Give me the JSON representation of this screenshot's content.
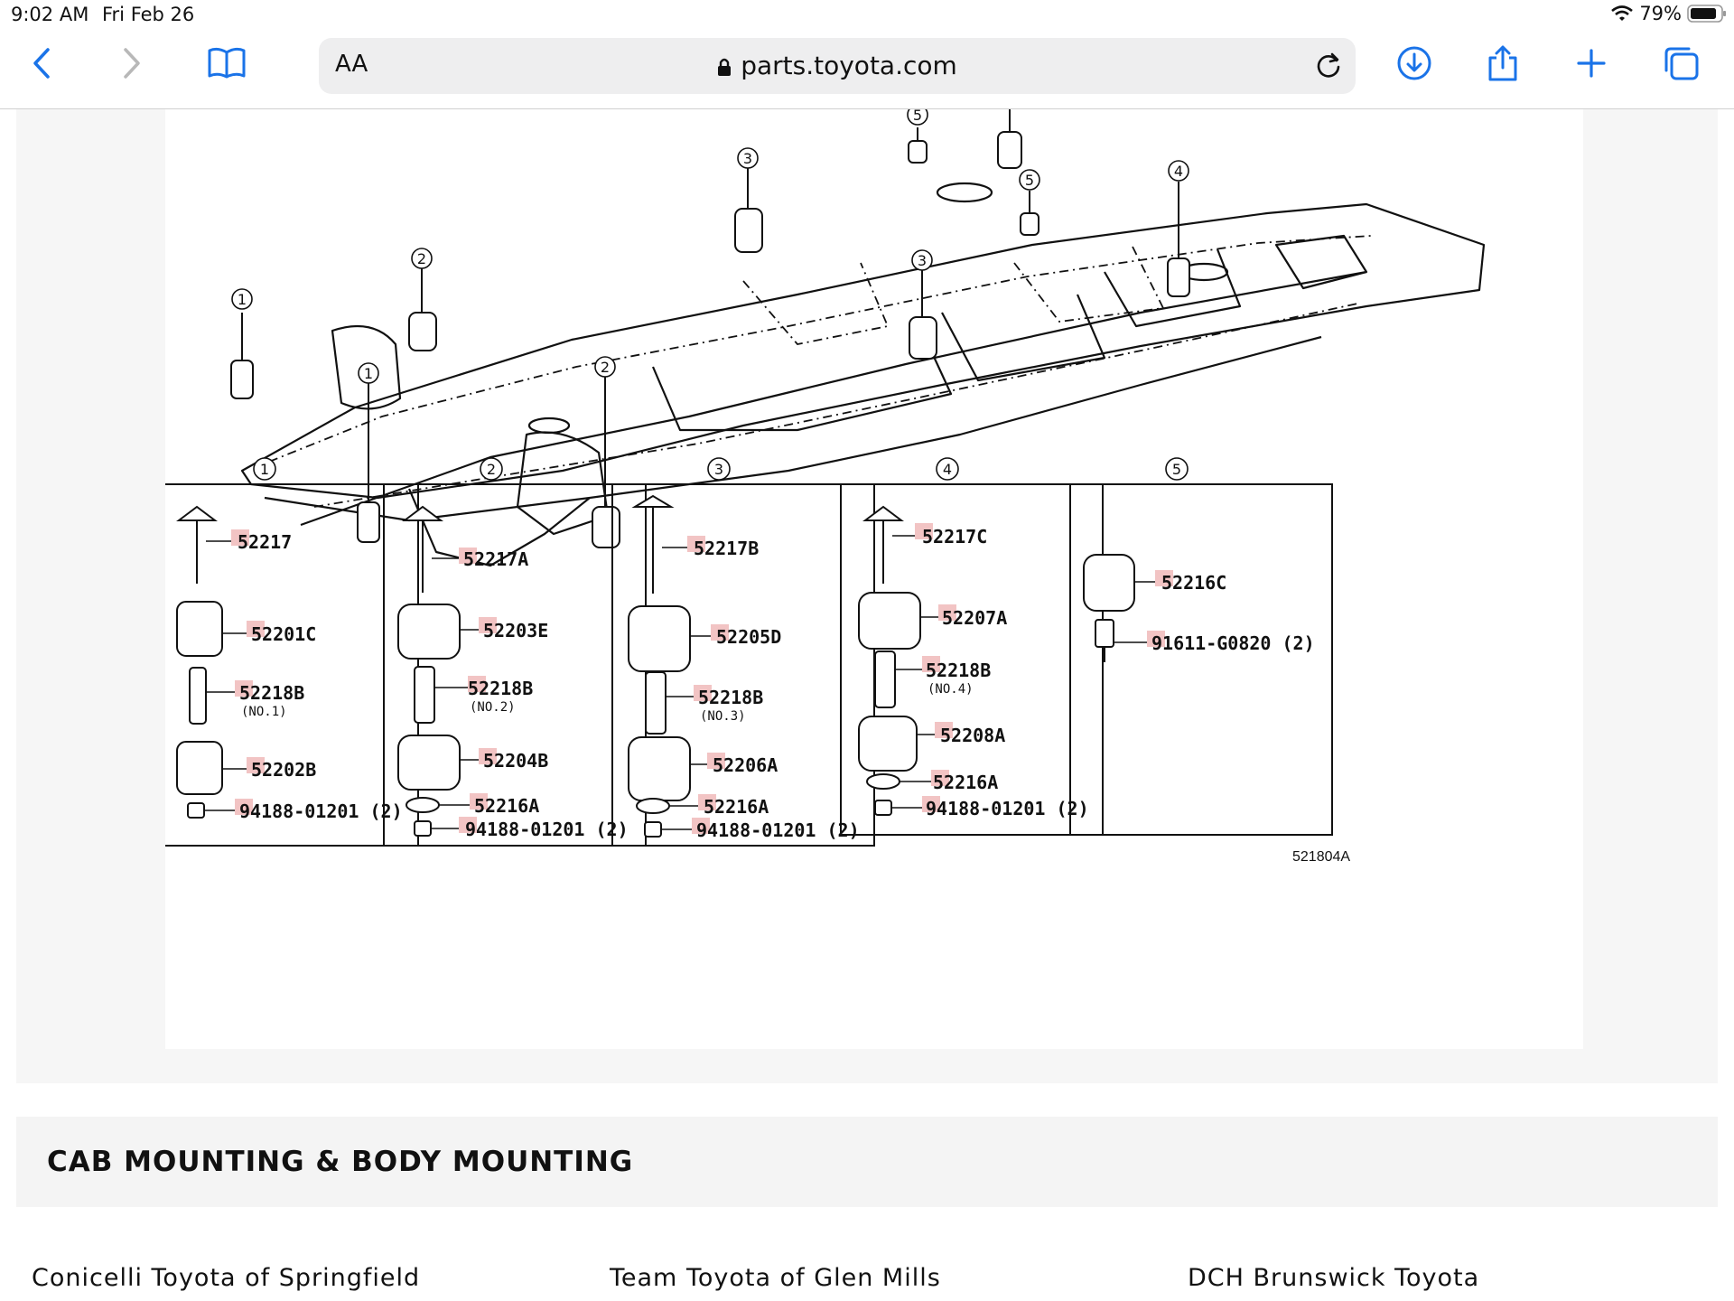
{
  "status_bar": {
    "time": "9:02 AM",
    "date": "Fri Feb 26",
    "battery": "79%"
  },
  "browser": {
    "text_size_button": "AA",
    "url": "parts.toyota.com"
  },
  "diagram": {
    "frame_callouts": [
      "1",
      "2",
      "3",
      "5",
      "4"
    ],
    "groups": [
      {
        "number": "1",
        "parts": [
          "52217",
          "52201C",
          "52218B",
          "(NO.1)",
          "52202B",
          "94188-01201 (2)"
        ]
      },
      {
        "number": "2",
        "parts": [
          "52217A",
          "52203E",
          "52218B",
          "(NO.2)",
          "52204B",
          "52216A",
          "94188-01201 (2)"
        ]
      },
      {
        "number": "3",
        "parts": [
          "52217B",
          "52205D",
          "52218B",
          "(NO.3)",
          "52206A",
          "52216A",
          "94188-01201 (2)"
        ]
      },
      {
        "number": "4",
        "parts": [
          "52217C",
          "52207A",
          "52218B",
          "(NO.4)",
          "52208A",
          "52216A",
          "94188-01201 (2)"
        ]
      },
      {
        "number": "5",
        "parts": [
          "52216C",
          "91611-G0820 (2)"
        ]
      }
    ],
    "figure_code": "521804A"
  },
  "section": {
    "title": "CAB MOUNTING & BODY MOUNTING"
  },
  "dealers": [
    "Conicelli Toyota of Springfield",
    "Team Toyota of Glen Mills",
    "DCH Brunswick Toyota"
  ]
}
